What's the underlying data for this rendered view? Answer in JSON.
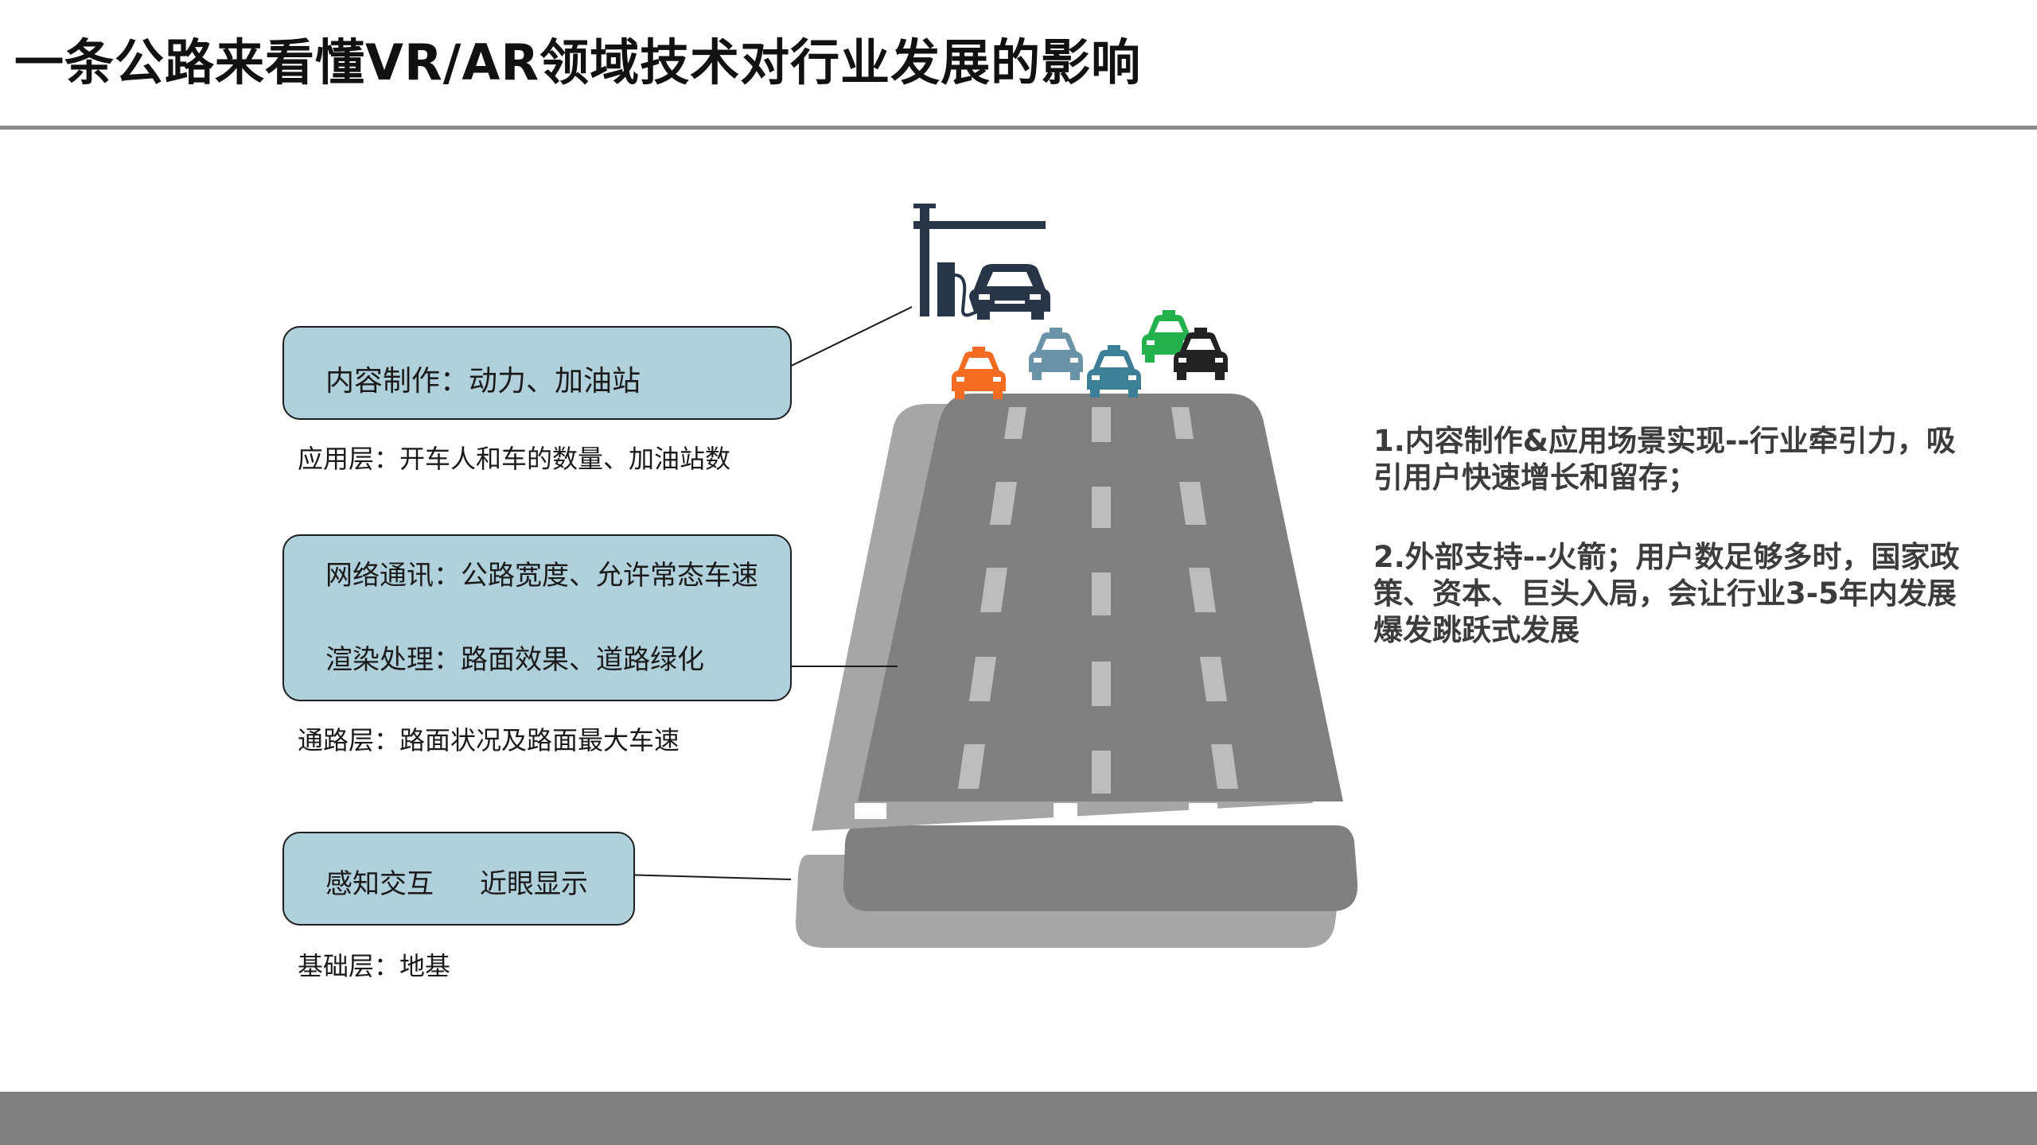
{
  "title": "一条公路来看懂VR/AR领域技术对行业发展的影响",
  "layers": {
    "content": {
      "box_text": "内容制作：动力、加油站",
      "label": "应用层：开车人和车的数量、加油站数"
    },
    "channel": {
      "box_line1": "网络通讯：公路宽度、允许常态车速",
      "box_line2": "渲染处理：路面效果、道路绿化",
      "label": "通路层：路面状况及路面最大车速"
    },
    "base": {
      "box_item1": "感知交互",
      "box_item2": "近眼显示",
      "label": "基础层：地基"
    }
  },
  "notes": [
    "1.内容制作&应用场景实现--行业牵引力，吸引用户快速增长和留存；",
    "2.外部支持--火箭；用户数足够多时，国家政策、资本、巨头入局，会让行业3-5年内发展爆发跳跃式发展"
  ],
  "colors": {
    "box_fill": "#b0d0dc",
    "road_dark": "#808080",
    "road_light": "#a6a6a6",
    "car_orange": "#f26d21",
    "car_lightblue": "#6b93a8",
    "car_teal": "#3c7f97",
    "car_green": "#22b14c",
    "car_black": "#222222",
    "station_navy": "#283447"
  },
  "icons": [
    "gas-station-icon",
    "car-icon",
    "taxi-icon"
  ]
}
